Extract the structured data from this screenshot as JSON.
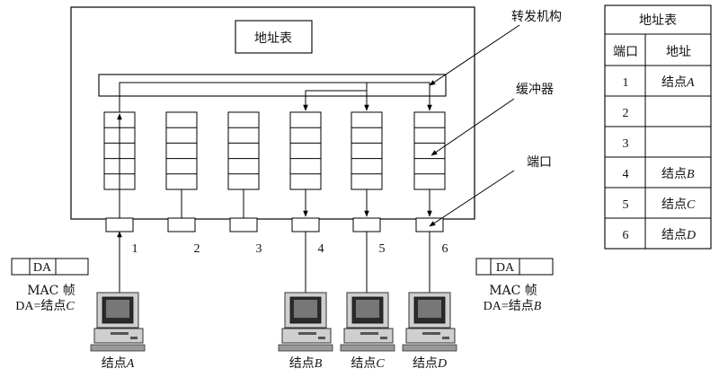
{
  "switch": {
    "address_table_label": "地址表",
    "port_numbers": [
      "1",
      "2",
      "3",
      "4",
      "5",
      "6"
    ]
  },
  "callouts": {
    "forwarding": "转发机构",
    "buffer": "缓冲器",
    "port": "端口"
  },
  "frames": {
    "left": {
      "field": "DA",
      "title": "MAC 帧",
      "da_prefix": "DA=",
      "da_value": "结点",
      "da_node": "C"
    },
    "right": {
      "field": "DA",
      "title": "MAC 帧",
      "da_prefix": "DA=",
      "da_value": "结点",
      "da_node": "B"
    }
  },
  "nodes": [
    {
      "label": "结点",
      "letter": "A"
    },
    {
      "label": "结点",
      "letter": "B"
    },
    {
      "label": "结点",
      "letter": "C"
    },
    {
      "label": "结点",
      "letter": "D"
    }
  ],
  "address_table": {
    "title": "地址表",
    "headers": [
      "端口",
      "地址"
    ],
    "rows": [
      {
        "port": "1",
        "addr": "结点",
        "letter": "A"
      },
      {
        "port": "2",
        "addr": "",
        "letter": ""
      },
      {
        "port": "3",
        "addr": "",
        "letter": ""
      },
      {
        "port": "4",
        "addr": "结点",
        "letter": "B"
      },
      {
        "port": "5",
        "addr": "结点",
        "letter": "C"
      },
      {
        "port": "6",
        "addr": "结点",
        "letter": "D"
      }
    ]
  }
}
